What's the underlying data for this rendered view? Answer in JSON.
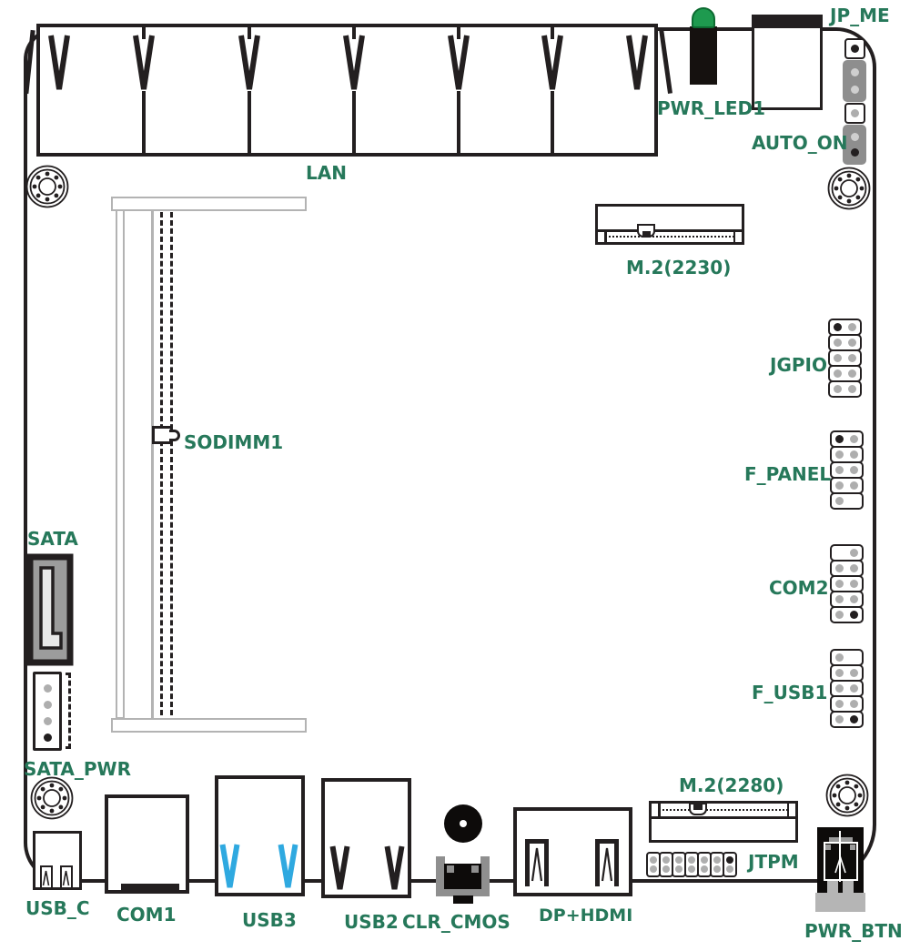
{
  "diagram_type": "motherboard-connector-layout",
  "palette": {
    "label_green": "#26785a",
    "line_black": "#231f20",
    "usb3_blue": "#2fa9e0",
    "led_green": "#1e9a4f",
    "pin_gray": "#aeaeae",
    "sodimm_gray": "#b3b3b3"
  },
  "labels": {
    "jp_me": "JP_ME",
    "pwr_led1": "PWR_LED1",
    "auto_on": "AUTO_ON",
    "lan": "LAN",
    "m2_2230": "M.2(2230)",
    "jgpio": "JGPIO",
    "sodimm1": "SODIMM1",
    "f_panel": "F_PANEL",
    "sata": "SATA",
    "com2": "COM2",
    "f_usb1": "F_USB1",
    "sata_pwr": "SATA_PWR",
    "m2_2280": "M.2(2280)",
    "jtpm": "JTPM",
    "usb_c": "USB_C",
    "com1": "COM1",
    "usb3": "USB3",
    "usb2": "USB2",
    "clr_cmos": "CLR_CMOS",
    "dp_hdmi": "DP+HDMI",
    "pwr_btn": "PWR_BTN"
  }
}
